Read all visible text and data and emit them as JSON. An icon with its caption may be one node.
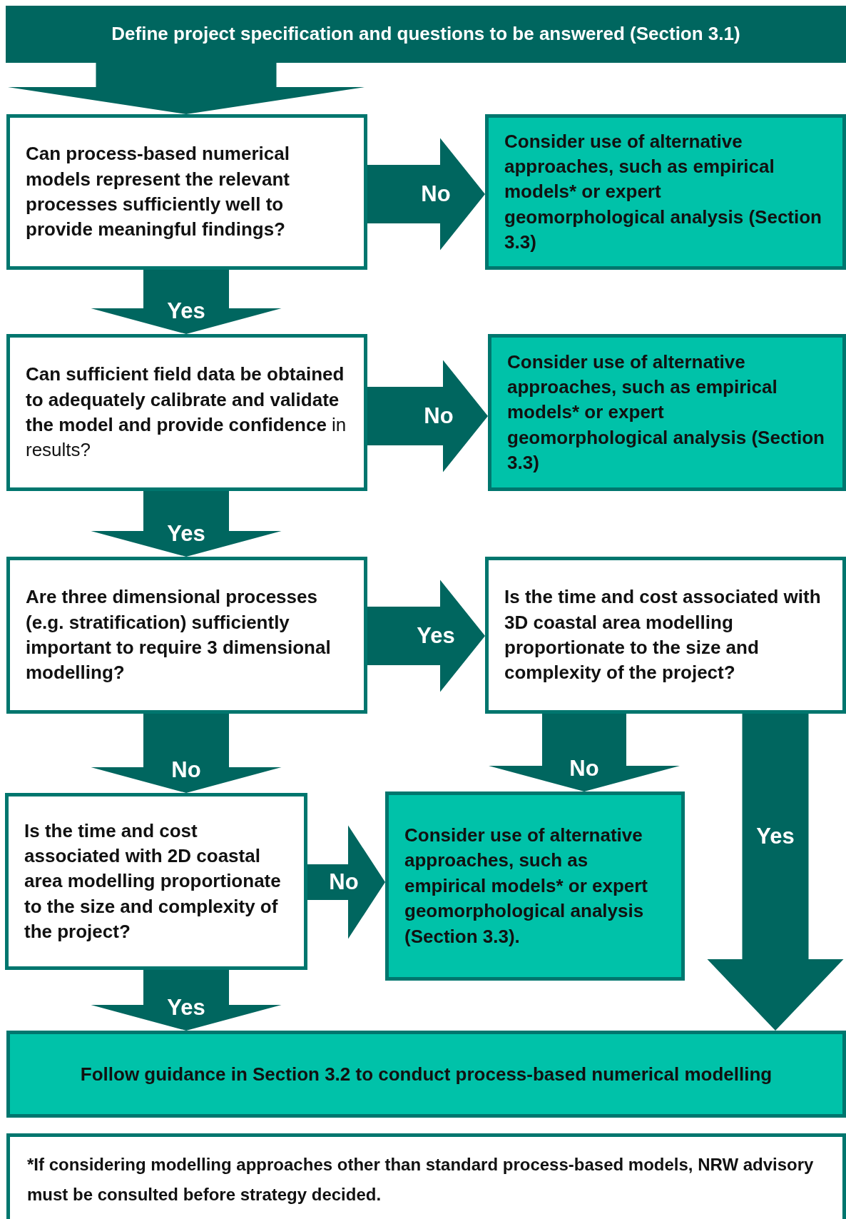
{
  "diagram": {
    "nodes": [
      {
        "text": [
          "Define project specification and questions to be answered (Section 3.1)"
        ]
      },
      {
        "text": [
          "Can process-based numerical models represent the relevant processes sufficiently well to provide meaningful findings?"
        ]
      },
      {
        "text": [
          "Consider use of alternative approaches, such as empirical models* or expert geomorphological analysis (Section 3.3)"
        ]
      },
      {
        "text": [
          "**Can sufficient field data be obtained to adequately calibrate and validate the model and provide confidence** in results?"
        ]
      },
      {
        "text": [
          "Consider use of alternative approaches, such as empirical models* or expert geomorphological analysis (Section 3.3)"
        ]
      },
      {
        "text": [
          "Are three dimensional processes (e.g. stratification) sufficiently important to require 3 dimensional modelling?"
        ]
      },
      {
        "text": [
          "Is the time and cost associated with 3D coastal area modelling proportionate to the size and complexity of the project?"
        ]
      },
      {
        "text": [
          "Is the time and cost associated with 2D coastal area modelling proportionate to the size and complexity of the project?"
        ]
      },
      {
        "text": [
          "Consider use of alternative approaches, such as empirical models* or expert geomorphological analysis (Section 3.3)."
        ]
      },
      {
        "text": [
          "Follow guidance in Section 3.2 to conduct process-based numerical modelling"
        ]
      },
      {
        "text": [
          "*If considering modelling approaches other than standard process-based models, NRW advisory must be consulted before strategy decided."
        ]
      }
    ],
    "edges": [
      {
        "from": 0,
        "to": 1,
        "arrow": "to"
      },
      {
        "from": 1,
        "to": 2,
        "arrow": "to",
        "label": "No"
      },
      {
        "from": 1,
        "to": 3,
        "arrow": "to",
        "label": "Yes"
      },
      {
        "from": 3,
        "to": 4,
        "arrow": "to",
        "label": "No"
      },
      {
        "from": 3,
        "to": 5,
        "arrow": "to",
        "label": "Yes"
      },
      {
        "from": 5,
        "to": 6,
        "arrow": "to",
        "label": "Yes"
      },
      {
        "from": 5,
        "to": 7,
        "arrow": "to",
        "label": "No"
      },
      {
        "from": 6,
        "to": 8,
        "arrow": "to",
        "label": "No"
      },
      {
        "from": 6,
        "to": 9,
        "arrow": "to",
        "label": "Yes"
      },
      {
        "from": 7,
        "to": 8,
        "arrow": "to",
        "label": "No"
      },
      {
        "from": 7,
        "to": 9,
        "arrow": "to",
        "label": "Yes"
      }
    ]
  }
}
